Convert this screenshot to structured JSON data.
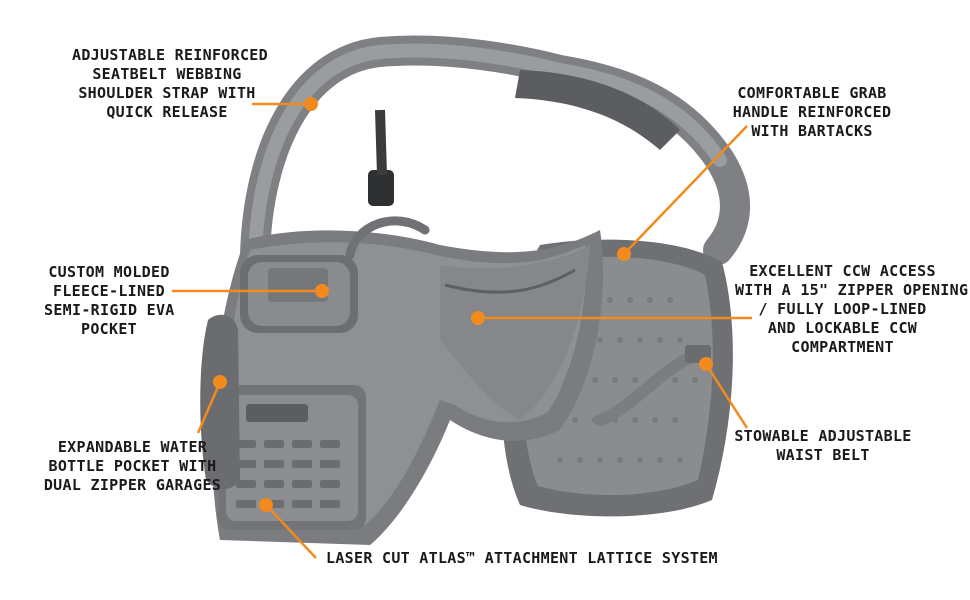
{
  "accent_color": "#f28a1e",
  "product_image": "gray tactical crossbody sling bag with shoulder strap, front pocket and rear panel",
  "callouts": {
    "shoulder_strap": [
      "Adjustable Reinforced",
      "Seatbelt Webbing",
      "Shoulder Strap With",
      "Quick Release"
    ],
    "grab_handle": [
      "Comfortable Grab",
      "Handle Reinforced",
      "With Bartacks"
    ],
    "eva_pocket": [
      "Custom Molded",
      "Fleece-Lined",
      "Semi-Rigid EVA",
      "Pocket"
    ],
    "ccw_access": [
      "Excellent CCW Access",
      "With a 15\" Zipper Opening",
      "/ Fully Loop-Lined",
      "and Lockable CCW",
      "Compartment"
    ],
    "water_bottle": [
      "Expandable Water",
      "Bottle Pocket With",
      "Dual Zipper Garages"
    ],
    "waist_belt": [
      "Stowable Adjustable",
      "Waist Belt"
    ],
    "atlas": [
      "Laser Cut ATLAS™ Attachment Lattice System"
    ]
  }
}
